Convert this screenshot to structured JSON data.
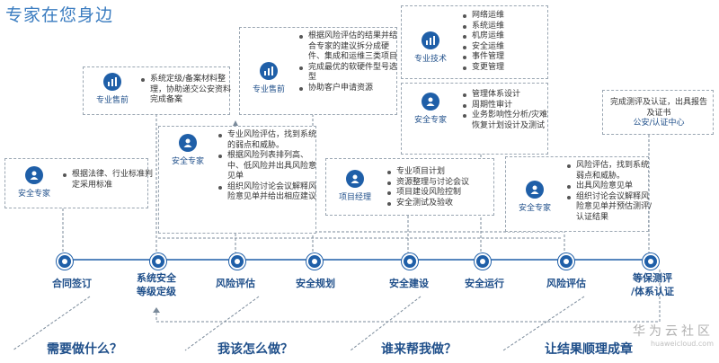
{
  "title": "专家在您身边",
  "stages": [
    "合同签订",
    "系统安全\n等级定级",
    "风险评估",
    "安全规划",
    "安全建设",
    "安全运行",
    "风险评估",
    "等保测评\n/体系认证"
  ],
  "questions": [
    "需要做什么？",
    "我该怎么做？",
    "谁来帮我做？",
    "让结果顺理成章"
  ],
  "boxes": {
    "b1": {
      "role": "安全专家",
      "items": [
        "根据法律、行业标准判定采用标准"
      ]
    },
    "b2": {
      "role": "专业售前",
      "items": [
        "系统定级/备案材料整理，协助递交公安资料完成备案"
      ]
    },
    "b3": {
      "role": "安全专家",
      "items": [
        "专业风险评估，找到系统的弱点和威胁。",
        "根据风险列表排列高、中、低风险并出具风险意见单",
        "组织风险讨论会议解释风险意见单并给出相应建议"
      ]
    },
    "b4": {
      "role": "专业售前",
      "items": [
        "根据风险评估的结果并结合专家的建议拆分成硬件、集成和运维三类项目",
        "完成最优的软硬件型号选型",
        "协助客户申请资源"
      ]
    },
    "b5": {
      "role": "项目经理",
      "items": [
        "专业项目计划",
        "资源整理与讨论会议",
        "项目建设风险控制",
        "安全测试及验收"
      ]
    },
    "b6": {
      "role": "专业技术",
      "items": [
        "网络运维",
        "系统运维",
        "机房运维",
        "安全运维",
        "事件管理",
        "变更管理"
      ]
    },
    "b7": {
      "role": "安全专家",
      "items": [
        "管理体系设计",
        "周期性审计",
        "业务影响性分析/灾难恢复计划设计及测试"
      ]
    },
    "b8": {
      "role": "安全专家",
      "items": [
        "风险评估，找到系统弱点和威胁。",
        "出具风险意见单",
        "组织讨论会议解释风险意见单并预估测评/认证结果"
      ]
    },
    "b9": {
      "text": "完成测评及认证，出具报告及证书",
      "link": "公安/认证中心"
    }
  },
  "watermark": {
    "brand": "华为云社区",
    "site": "huaweicloud.com"
  }
}
